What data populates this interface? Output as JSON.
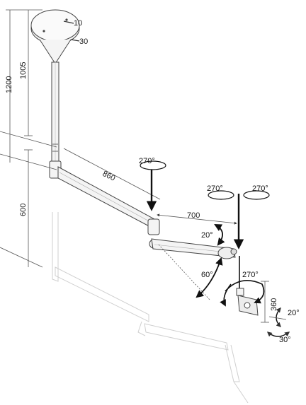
{
  "dimensions": {
    "height_total": "1200",
    "height_upper": "1005",
    "height_lower": "600",
    "arm_length_main": "860",
    "arm_length_second": "700",
    "drop_height": "360"
  },
  "angles": {
    "rotation_top": "270°",
    "rotation_left": "270°",
    "rotation_right": "270°",
    "tilt_arm": "20°",
    "swing_arm": "60°",
    "rotation_monitor": "270°",
    "tilt_monitor": "20°",
    "pan_monitor": "30°"
  },
  "mount_labels": {
    "screw_label": "10",
    "top_marker": "30"
  },
  "colors": {
    "line": "#444444",
    "ghost": "#cfcfcf",
    "arrow": "#111111"
  }
}
